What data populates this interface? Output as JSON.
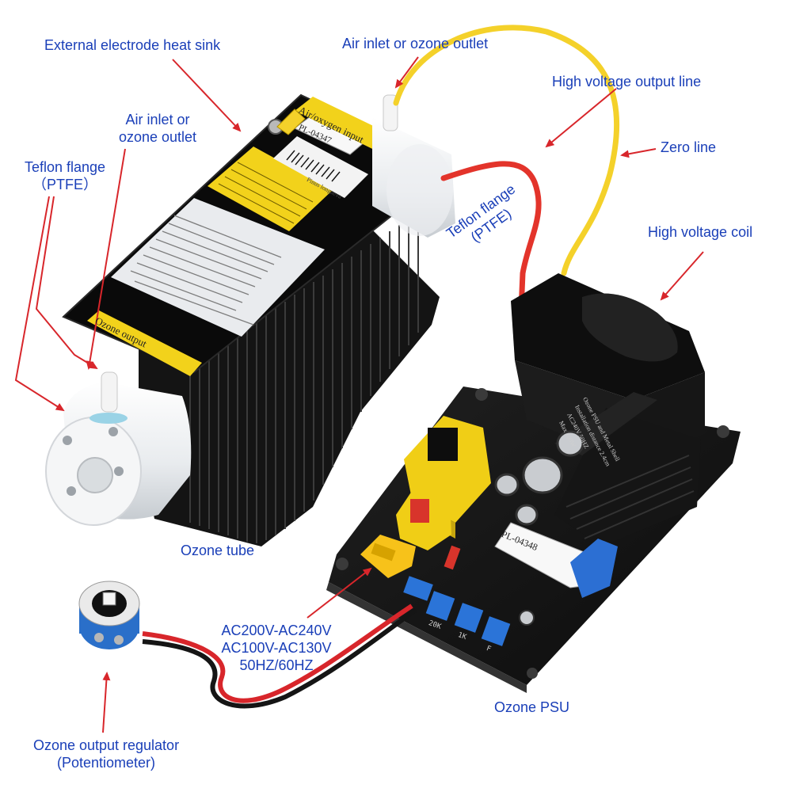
{
  "labels": {
    "heat_sink": "External electrode heat sink",
    "inlet_top": "Air inlet or ozone outlet",
    "hv_output_line": "High voltage output line",
    "inlet_left_1": "Air inlet or",
    "inlet_left_2": "ozone outlet",
    "teflon_left_1": "Teflon flange",
    "teflon_left_2": "（PTFE）",
    "zero_line": "Zero line",
    "teflon_mid_1": "Teflon flange",
    "teflon_mid_2": "(PTFE)",
    "hv_coil": "High voltage coil",
    "ozone_tube": "Ozone tube",
    "ac_1": "AC200V-AC240V",
    "ac_2": "AC100V-AC130V",
    "ac_3": "50HZ/60HZ",
    "ozone_psu": "Ozone PSU",
    "regulator_1": "Ozone output regulator",
    "regulator_2": "(Potentiometer)"
  },
  "tube": {
    "model": "PL-04347",
    "top_tag": "Air/oxygen input",
    "bottom_tag": "Ozone output",
    "brand_small": "Pinus longaeva"
  },
  "psu": {
    "model": "PL-04348",
    "board_label_1": "Ozone PSU and Metal Shell",
    "board_label_2": "Installation distance 2.4cm",
    "board_label_3": "AC240V 50HZ",
    "board_label_4": "Max 100W",
    "pot_1": "20K",
    "pot_2": "1K",
    "pot_3": "F"
  },
  "colors": {
    "label_blue": "#1a3fb8",
    "arrow_red": "#d8262b",
    "label_yellow": "#f2d21b",
    "wire_yellow": "#f4d12a",
    "wire_red": "#e3342b"
  }
}
